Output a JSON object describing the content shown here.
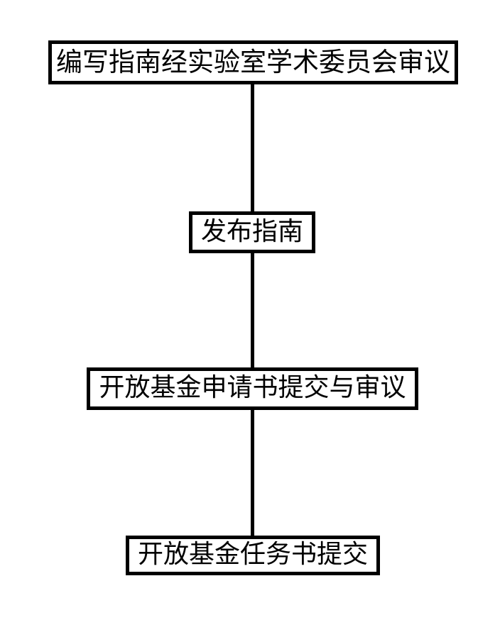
{
  "diagram": {
    "title": "",
    "type": "vertical-flowchart",
    "orientation": "top-to-bottom",
    "background_color": "#ffffff",
    "stroke_color": "#000000",
    "nodes": [
      {
        "id": "node-0",
        "label": "编写指南经实验室学术委员会审议",
        "shape": "rectangle",
        "order": 1
      },
      {
        "id": "node-1",
        "label": "发布指南",
        "shape": "rectangle",
        "order": 2
      },
      {
        "id": "node-2",
        "label": "开放基金申请书提交与审议",
        "shape": "rectangle",
        "order": 3
      },
      {
        "id": "node-3",
        "label": "开放基金任务书提交",
        "shape": "rectangle",
        "order": 4
      }
    ],
    "edges": [
      {
        "id": "edge-0",
        "from": "node-0",
        "to": "node-1",
        "style": "solid-line",
        "arrowhead": "none"
      },
      {
        "id": "edge-1",
        "from": "node-1",
        "to": "node-2",
        "style": "solid-line",
        "arrowhead": "none"
      },
      {
        "id": "edge-2",
        "from": "node-2",
        "to": "node-3",
        "style": "solid-line",
        "arrowhead": "none"
      }
    ]
  }
}
